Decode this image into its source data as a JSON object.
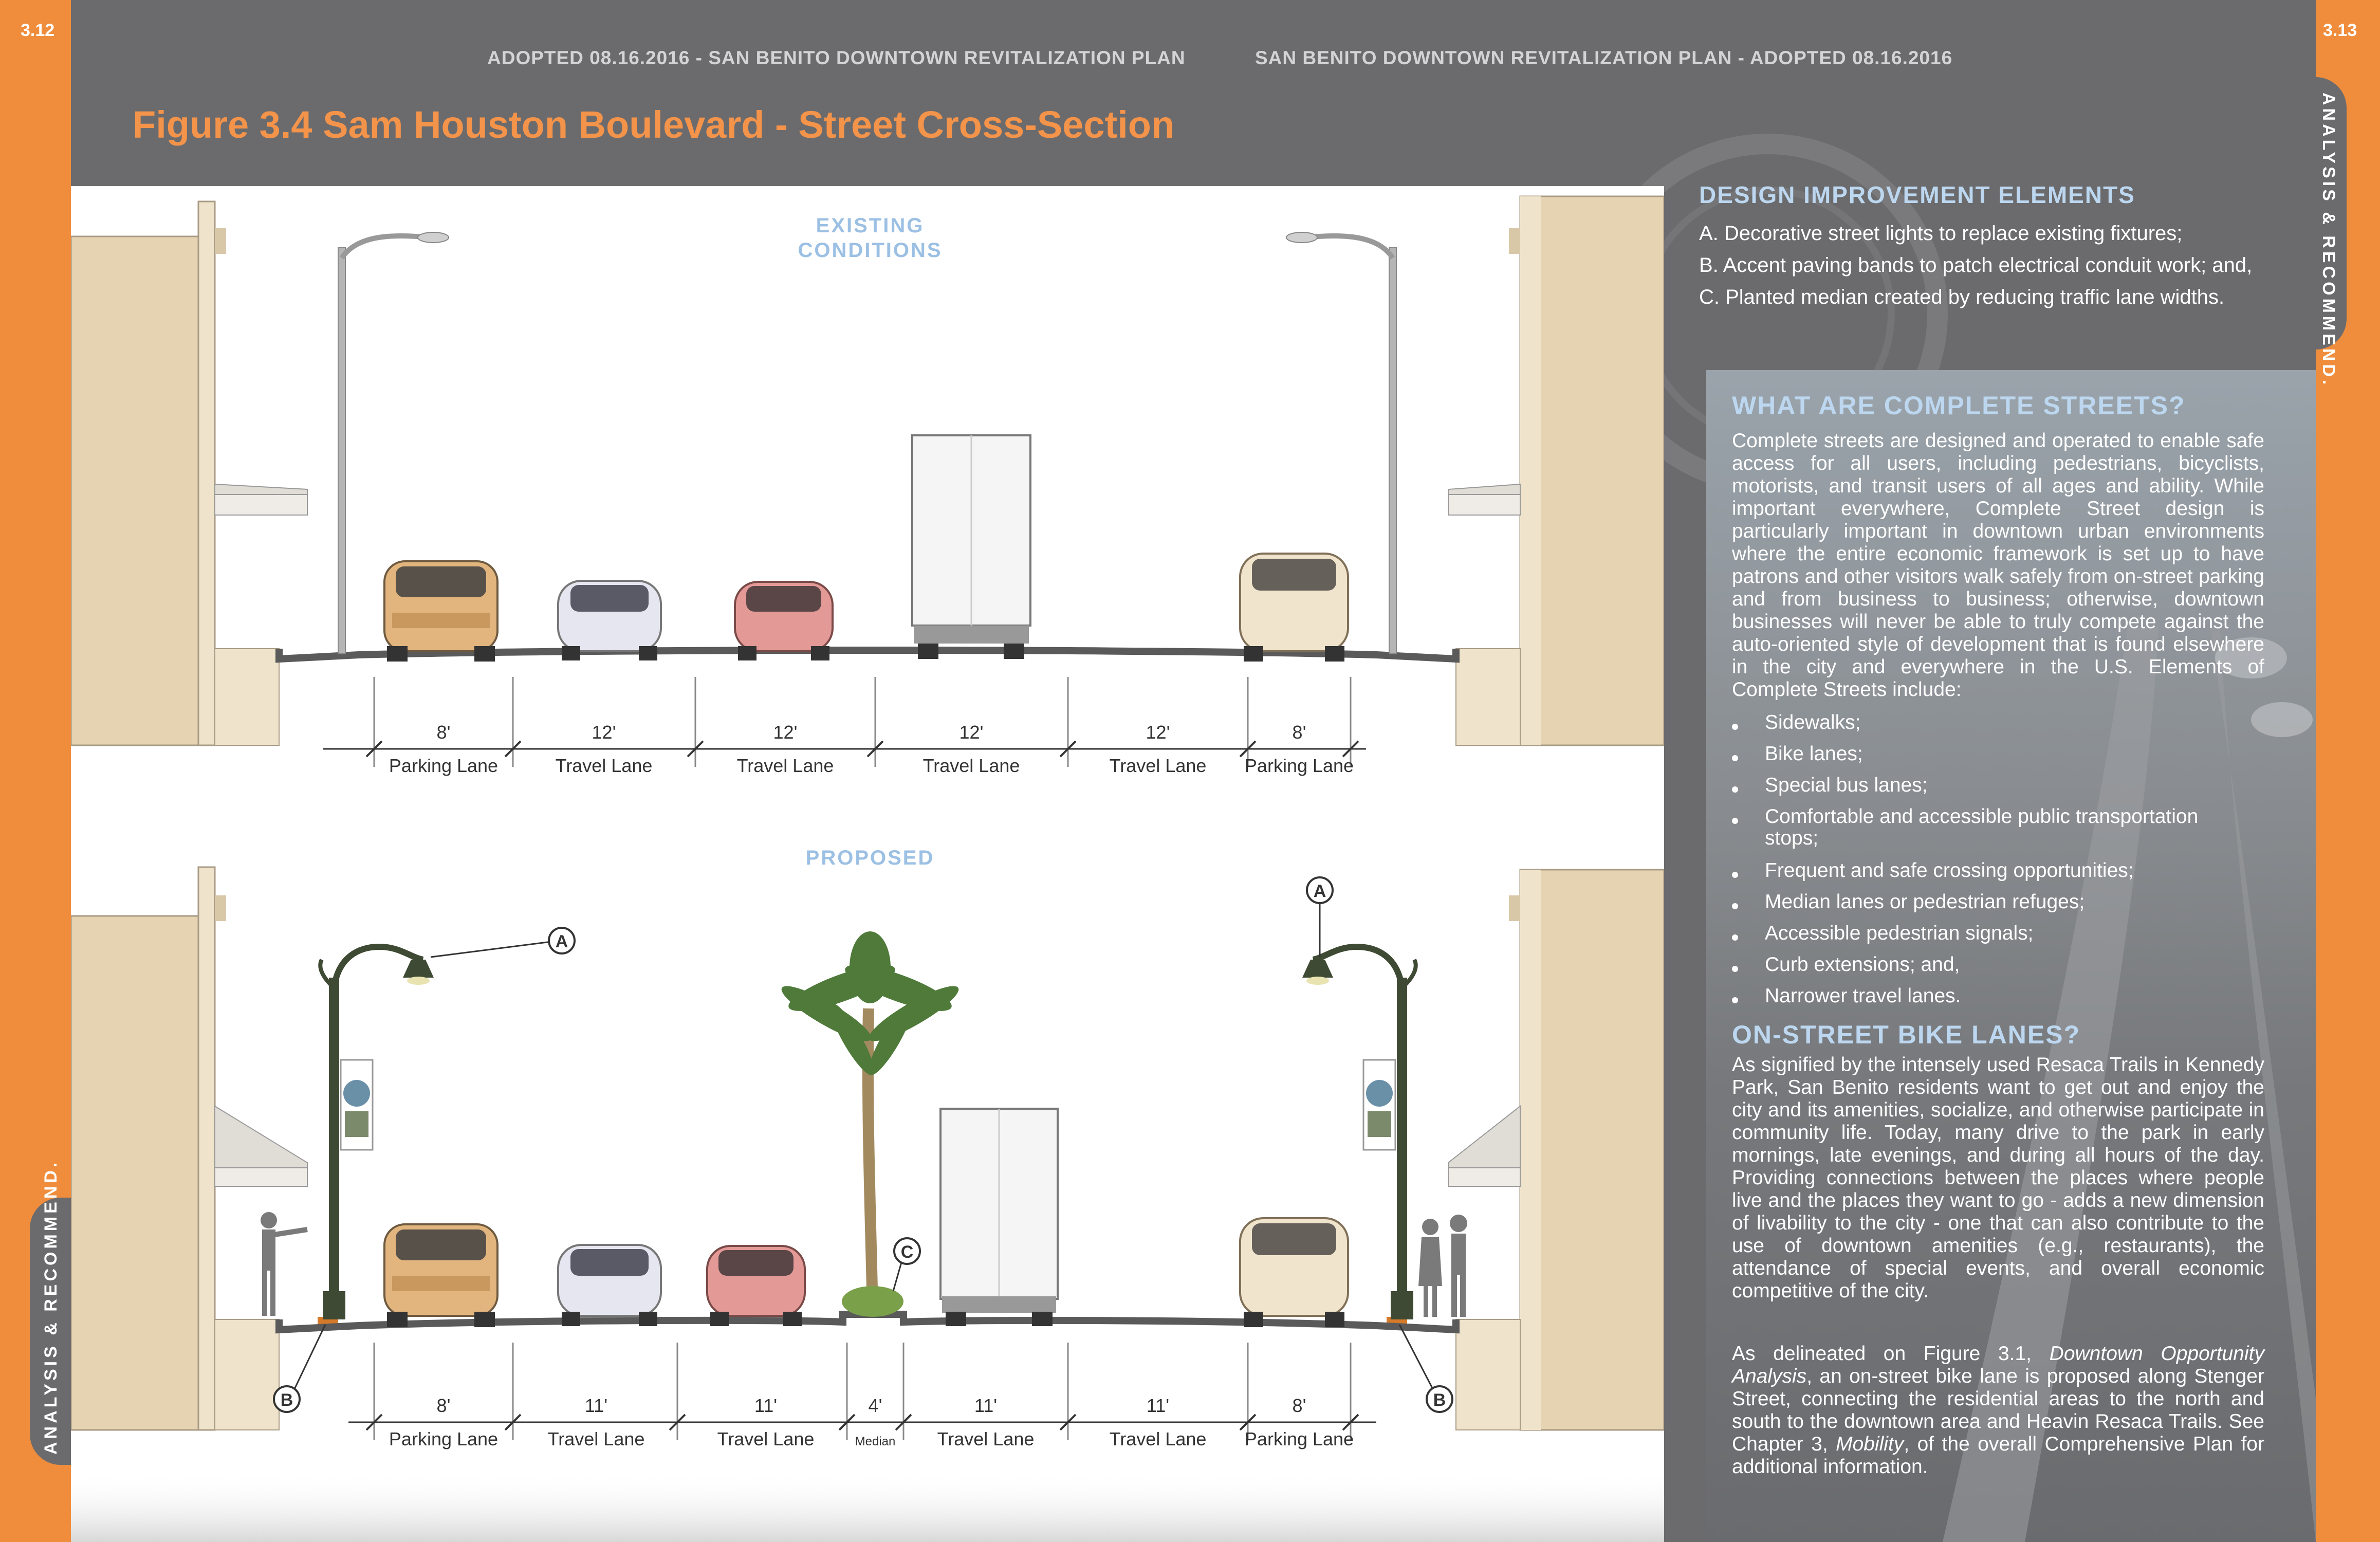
{
  "page": {
    "left_number": "3.12",
    "right_number": "3.13",
    "header_left": "ADOPTED 08.16.2016   -   SAN BENITO DOWNTOWN REVITALIZATION PLAN",
    "header_right": "SAN BENITO DOWNTOWN REVITALIZATION PLAN   -   ADOPTED 08.16.2016",
    "side_tab_left": "ANALYSIS & RECOMMEND.",
    "side_tab_right": "ANALYSIS & RECOMMEND.",
    "figure_title": "Figure 3.4 Sam Houston Boulevard - Street Cross-Section"
  },
  "diagram": {
    "existing": {
      "label_line1": "EXISTING",
      "label_line2": "CONDITIONS",
      "lanes": [
        {
          "width": "8'",
          "name": "Parking Lane"
        },
        {
          "width": "12'",
          "name": "Travel Lane"
        },
        {
          "width": "12'",
          "name": "Travel Lane"
        },
        {
          "width": "12'",
          "name": "Travel Lane"
        },
        {
          "width": "12'",
          "name": "Travel Lane"
        },
        {
          "width": "8'",
          "name": "Parking Lane"
        }
      ]
    },
    "proposed": {
      "label": "PROPOSED",
      "lanes": [
        {
          "width": "8'",
          "name": "Parking Lane"
        },
        {
          "width": "11'",
          "name": "Travel Lane"
        },
        {
          "width": "11'",
          "name": "Travel Lane"
        },
        {
          "width": "4'",
          "name": "Median"
        },
        {
          "width": "11'",
          "name": "Travel Lane"
        },
        {
          "width": "11'",
          "name": "Travel Lane"
        },
        {
          "width": "8'",
          "name": "Parking Lane"
        }
      ],
      "callouts": {
        "a": "A",
        "b": "B",
        "c": "C"
      }
    },
    "colors": {
      "building": "#e6d3b1",
      "road": "#5a5a5a",
      "pole": "#3e4a33",
      "label_blue": "#9cc0e4"
    }
  },
  "sidebar": {
    "design_heading": "DESIGN IMPROVEMENT ELEMENTS",
    "design_items": [
      "A. Decorative street lights to replace existing fixtures;",
      "B. Accent paving bands to patch electrical conduit work; and,",
      "C. Planted median created by reducing traffic lane widths."
    ],
    "complete_heading": "WHAT ARE COMPLETE STREETS?",
    "complete_body": "Complete streets are designed and operated to enable safe access for all users, including pedestrians, bicyclists, motorists, and transit users of all ages and ability. While important everywhere, Complete Street design is particularly important in downtown urban environments where the entire economic framework is set up to have patrons and other visitors walk safely from on-street parking and from business to business; otherwise, downtown businesses will never be able to truly compete against the auto-oriented style of development that is found elsewhere in the city and everywhere in the U.S. Elements of Complete Streets include:",
    "complete_bullets": [
      "Sidewalks;",
      "Bike lanes;",
      "Special bus lanes;",
      "Comfortable and accessible public transportation stops;",
      "Frequent and safe crossing opportunities;",
      "Median lanes or pedestrian refuges;",
      "Accessible pedestrian signals;",
      "Curb extensions; and,",
      "Narrower travel lanes."
    ],
    "bike_heading": "ON-STREET BIKE LANES?",
    "bike_body": "As signified by the intensely used Resaca Trails in Kennedy Park, San Benito residents want to get out and enjoy the city and its amenities, socialize, and otherwise participate in community life. Today, many drive to the park in early mornings, late evenings, and during all hours of the day. Providing connections between the places where people live and the places they want to go - adds a new dimension of livability to the city - one that can also contribute to the use of downtown amenities (e.g., restaurants), the attendance of special events, and overall economic competitive of the city.",
    "bike_body2_pre": "As delineated on Figure 3.1, ",
    "bike_body2_em1": "Downtown Opportunity Analysis",
    "bike_body2_mid": ", an on-street bike lane is proposed along Stenger Street, connecting the residential areas to the north and south to the downtown area and Heavin Resaca Trails. See Chapter 3, ",
    "bike_body2_em2": "Mobility",
    "bike_body2_post": ", of the overall Comprehensive Plan for additional information."
  }
}
